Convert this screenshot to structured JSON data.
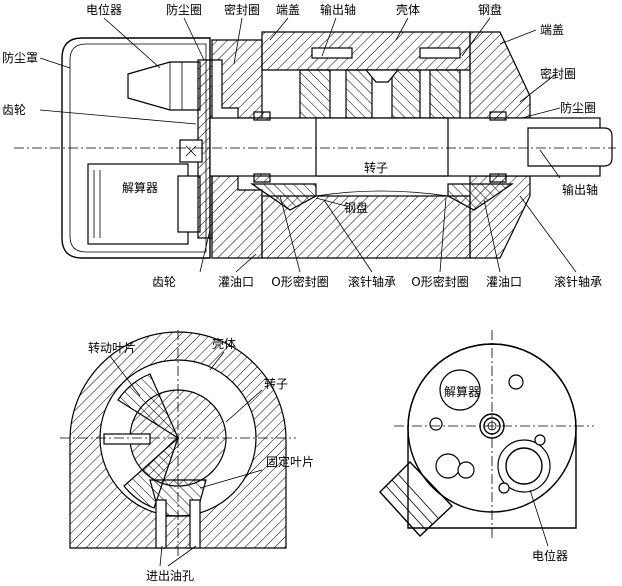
{
  "top_view": {
    "labels": {
      "potentiometer": "电位器",
      "dust_ring_1": "防尘圈",
      "seal_ring_1": "密封圈",
      "end_cap_1": "端盖",
      "output_shaft_top": "输出轴",
      "housing": "壳体",
      "steel_disc_top": "钢盘",
      "end_cap_2": "端盖",
      "seal_ring_2": "密封圈",
      "dust_ring_2": "防尘圈",
      "dust_cover": "防尘罩",
      "gear_left": "齿轮",
      "rotor": "转子",
      "resolver": "解算器",
      "steel_disc_mid": "钢盘",
      "output_shaft_right": "输出轴",
      "gear_bottom": "齿轮",
      "oil_port_1": "灌油口",
      "o_ring_1": "O形密封圈",
      "needle_bearing_1": "滚针轴承",
      "o_ring_2": "O形密封圈",
      "oil_port_2": "灌油口",
      "needle_bearing_2": "滚针轴承"
    }
  },
  "section_view": {
    "labels": {
      "rotating_vane": "转动叶片",
      "housing": "壳体",
      "rotor": "转子",
      "fixed_vane": "固定叶片",
      "oil_holes": "进出油孔"
    }
  },
  "end_view": {
    "labels": {
      "resolver": "解算器",
      "potentiometer": "电位器"
    }
  }
}
